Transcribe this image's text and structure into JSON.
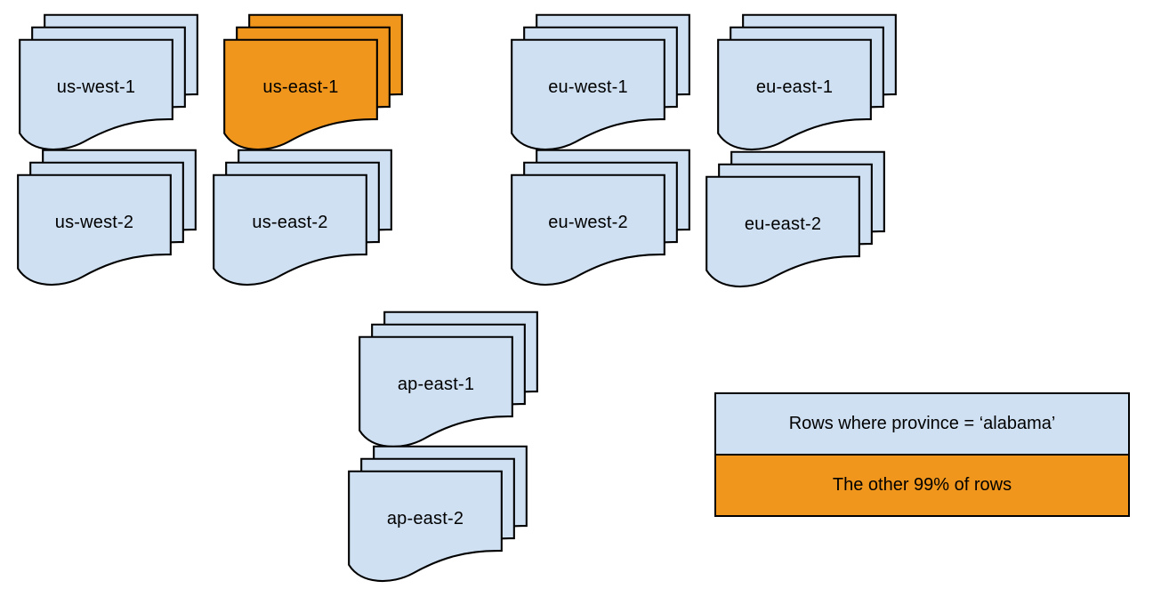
{
  "colors": {
    "region_fill": "#cfe0f2",
    "highlight_fill": "#f0961d",
    "stroke": "#000000"
  },
  "regions": [
    {
      "label": "us-west-1",
      "highlighted": false
    },
    {
      "label": "us-east-1",
      "highlighted": true
    },
    {
      "label": "eu-west-1",
      "highlighted": false
    },
    {
      "label": "eu-east-1",
      "highlighted": false
    },
    {
      "label": "us-west-2",
      "highlighted": false
    },
    {
      "label": "us-east-2",
      "highlighted": false
    },
    {
      "label": "eu-west-2",
      "highlighted": false
    },
    {
      "label": "eu-east-2",
      "highlighted": false
    },
    {
      "label": "ap-east-1",
      "highlighted": false
    },
    {
      "label": "ap-east-2",
      "highlighted": false
    }
  ],
  "legend": {
    "province_rows_label": "Rows where province = ‘alabama’",
    "other_rows_label": "The other 99% of rows"
  }
}
